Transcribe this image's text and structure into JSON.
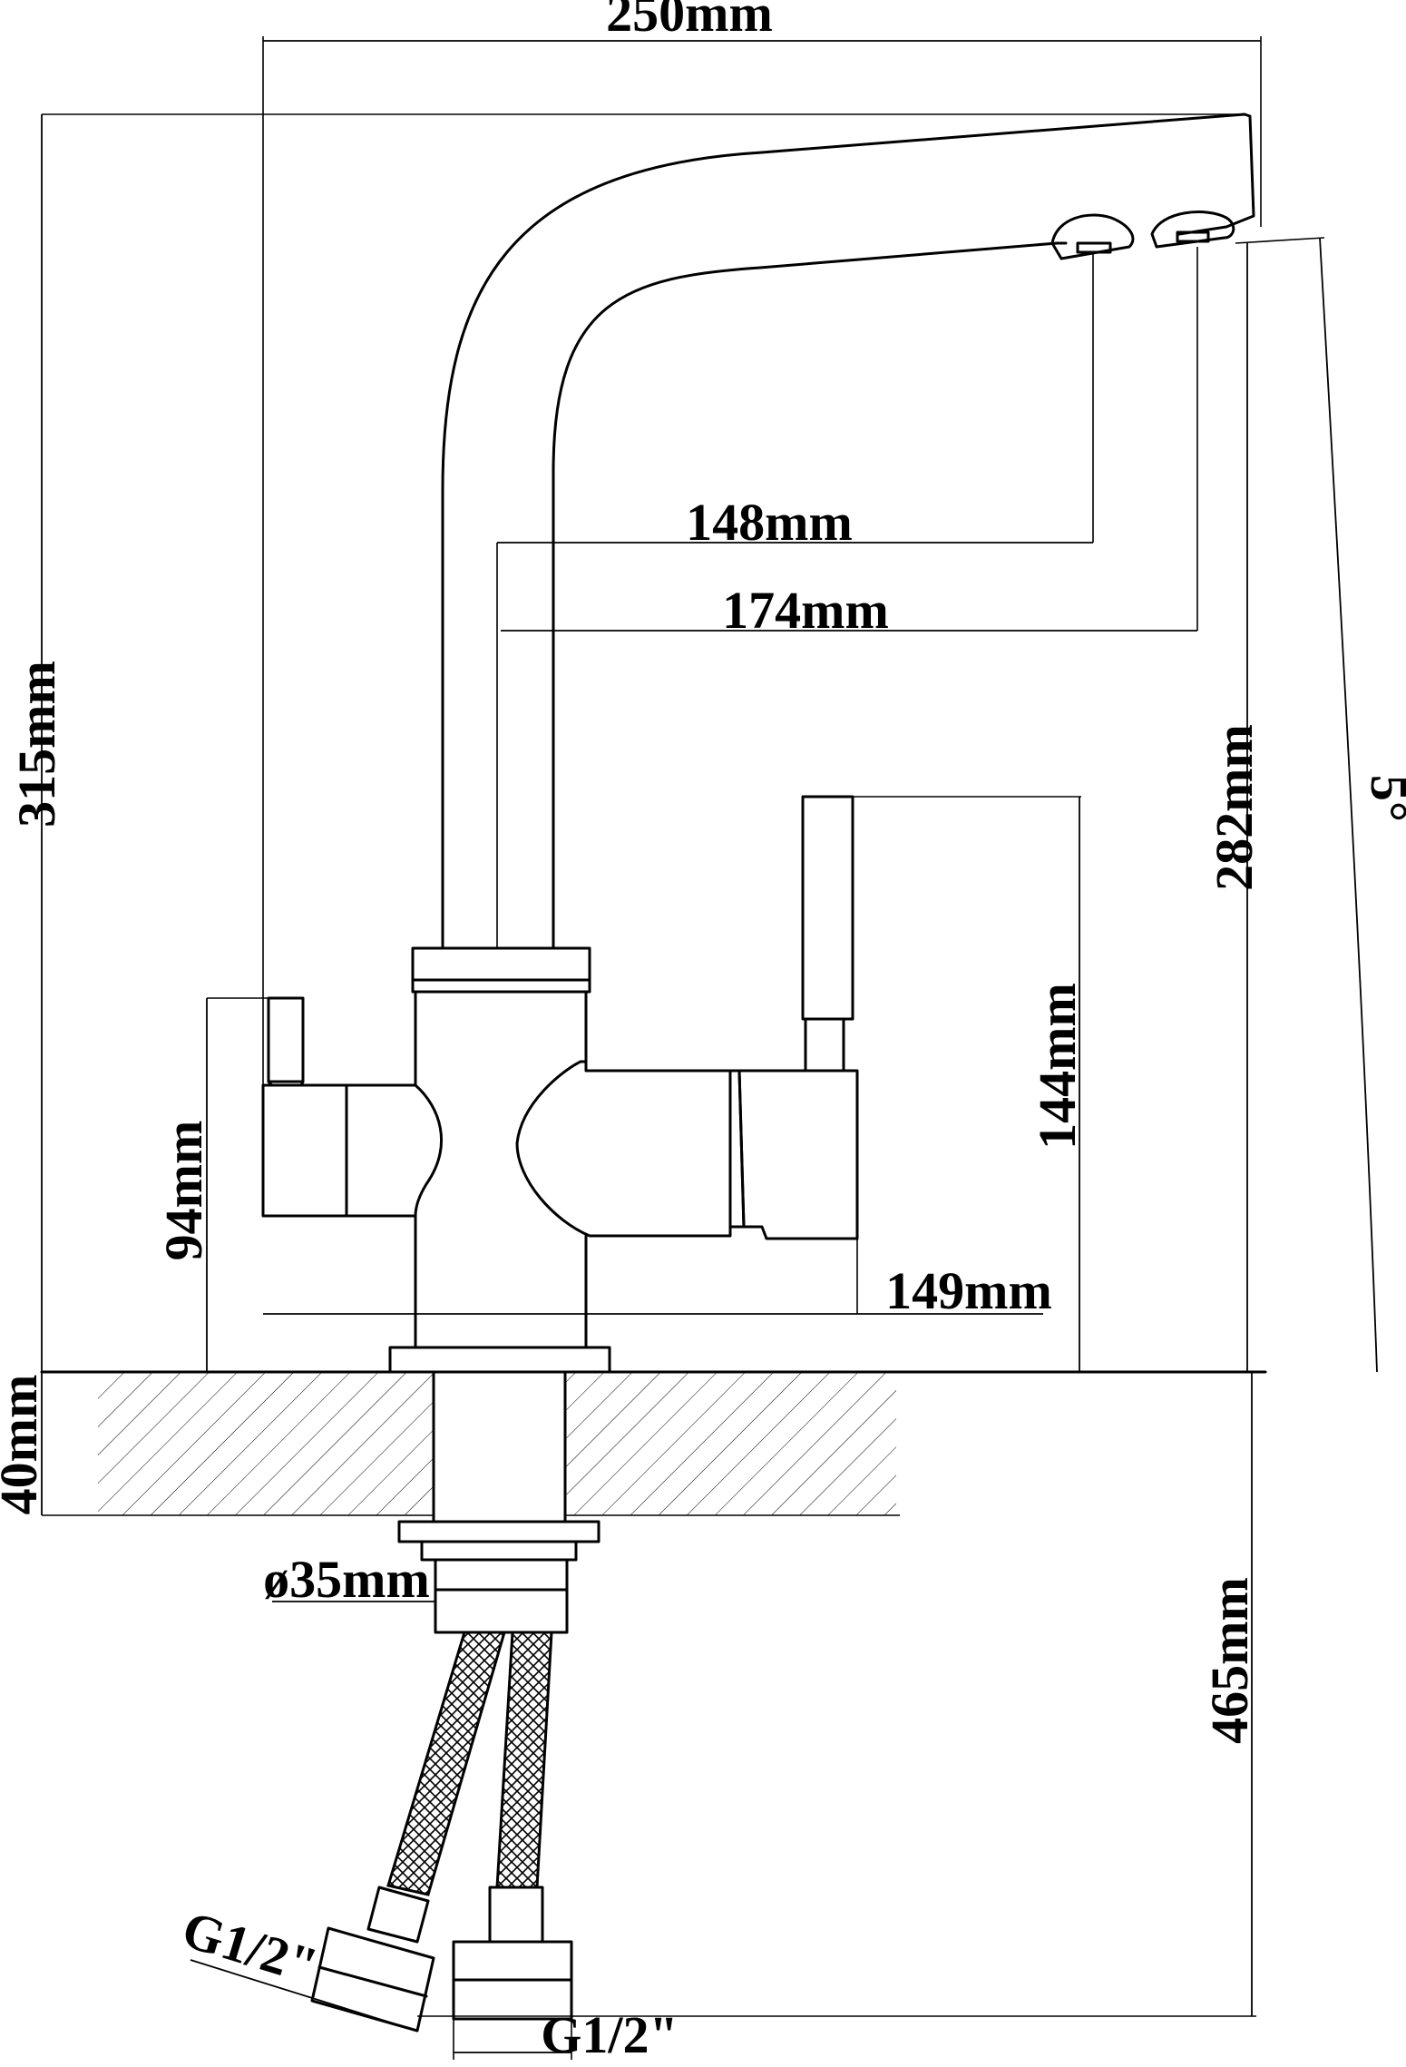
{
  "dimensions": {
    "overall_width": "250mm",
    "overall_height": "315mm",
    "spout_reach_front": "148mm",
    "spout_reach_rear": "174mm",
    "outlet_height": "282mm",
    "spout_angle": "5°",
    "handle_height": "144mm",
    "lever_height": "94mm",
    "body_width": "149mm",
    "counter_thickness": "40mm",
    "shank_diameter": "ø35mm",
    "hose_length": "465mm",
    "hose_thread_left": "G1/2\"",
    "hose_thread_right": "G1/2\""
  }
}
